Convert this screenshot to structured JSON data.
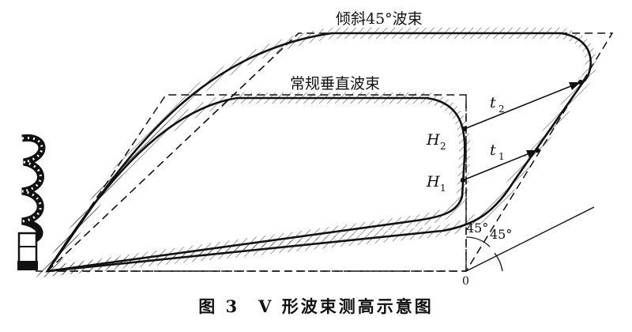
{
  "labels": {
    "tilted_beam": "倾斜45°波束",
    "vertical_beam": "常规垂直波束",
    "t2": "t",
    "t2_sub": "2",
    "t1": "t",
    "t1_sub": "1",
    "h2": "H",
    "h2_sub": "2",
    "h1": "H",
    "h1_sub": "1",
    "angle_a": "45°",
    "angle_b": "45°",
    "origin": "0"
  },
  "caption": "图 3　V 形波束测高示意图"
}
